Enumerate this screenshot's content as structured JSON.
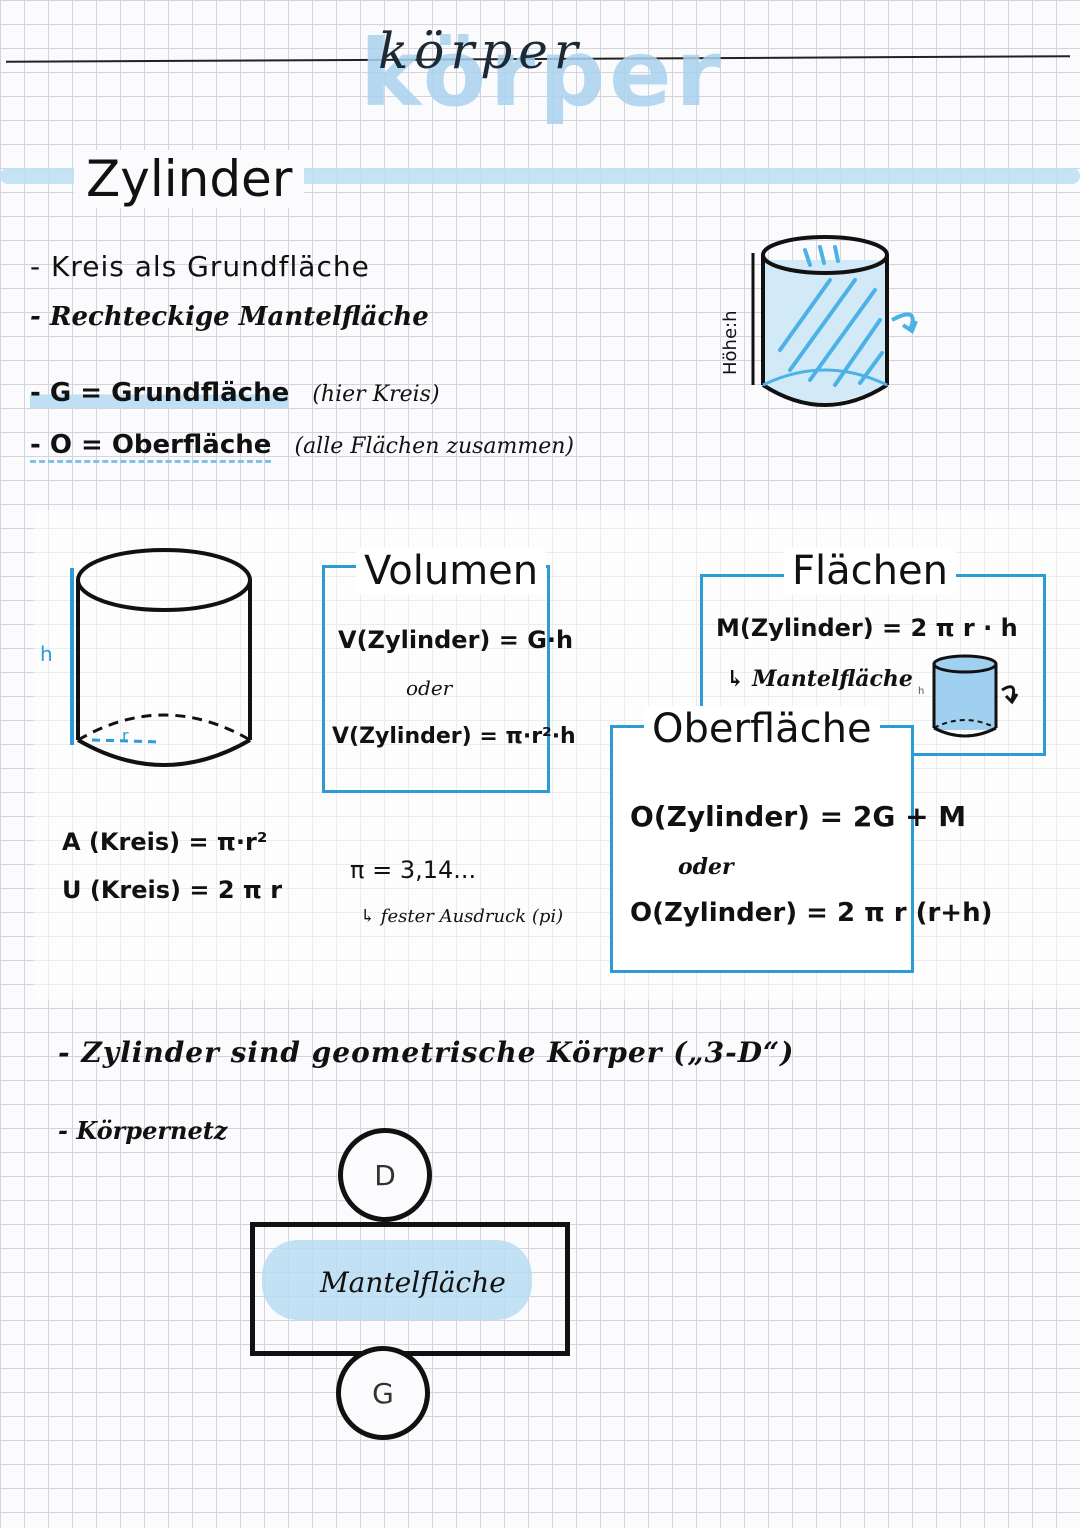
{
  "header": {
    "title": "körper"
  },
  "section": {
    "title": "Zylinder",
    "bullets": [
      "- Kreis als Grundfläche",
      "- Rechteckige Mantelfläche"
    ],
    "defs": [
      {
        "term": "- G = Grundfläche",
        "note": "(hier Kreis)"
      },
      {
        "term": "- O = Oberfläche",
        "note": "(alle Flächen zusammen)"
      }
    ],
    "cylinder_label": "Höhe:h"
  },
  "diagram": {
    "h_label": "h",
    "r_label": "r"
  },
  "kreis": {
    "area": "A (Kreis) = π·r²",
    "circumference": "U (Kreis) = 2 π r"
  },
  "volumen": {
    "heading": "Volumen",
    "f1": "V(Zylinder) = G·h",
    "or": "oder",
    "f2": "V(Zylinder) = π·r²·h"
  },
  "pi": {
    "value": "π = 3,14...",
    "note": "↳ fester Ausdruck (pi)"
  },
  "flaechen": {
    "heading": "Flächen",
    "f1": "M(Zylinder) = 2 π r · h",
    "note": "↳ Mantelfläche",
    "mini_h": "h"
  },
  "oberflaeche": {
    "heading": "Oberfläche",
    "f1": "O(Zylinder) = 2G + M",
    "or": "oder",
    "f2": "O(Zylinder) = 2 π r (r+h)"
  },
  "facts": [
    "- Zylinder sind geometrische Körper („3-D“)",
    "- Körpernetz"
  ],
  "net": {
    "top": "D",
    "middle": "Mantelfläche",
    "bottom": "G"
  }
}
